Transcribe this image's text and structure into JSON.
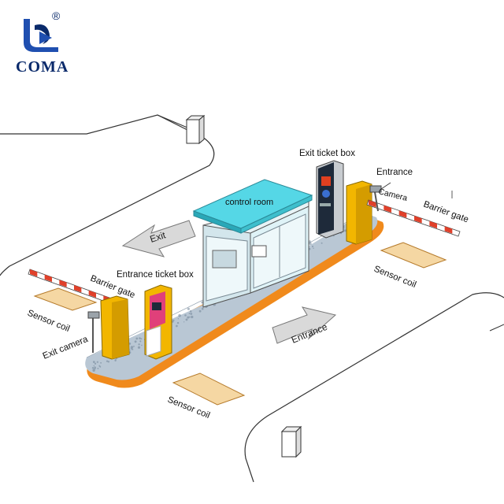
{
  "brand": {
    "name": "COMA",
    "registered_mark": "®",
    "color_blue": "#1f4fb0",
    "color_navy": "#0a2a6b"
  },
  "labels": {
    "exit_ticket_box": "Exit ticket box",
    "entrance_camera_line1": "Entrance",
    "entrance_camera_line2": "Camera",
    "barrier_gate_right": "Barrier gate",
    "control_room": "control room",
    "exit_arrow": "Exit",
    "entrance_ticket_box": "Entrance ticket box",
    "barrier_gate_left": "Barrier gate",
    "sensor_coil_left": "Sensor coil",
    "sensor_coil_right": "Sensor coil",
    "sensor_coil_bottom": "Sensor coil",
    "exit_camera": "Exit camera",
    "entrance_arrow": "Entrance"
  },
  "colors": {
    "island_edge": "#f08a1c",
    "terrazzo": "#b9c7d4",
    "roof": "#55d7e6",
    "booth_glass": "#dff3f7",
    "gate_yellow": "#f2b600",
    "boom_red": "#e0402a",
    "coil_fill": "#f5d7a3",
    "arrow_gray": "#d9d9d9"
  }
}
